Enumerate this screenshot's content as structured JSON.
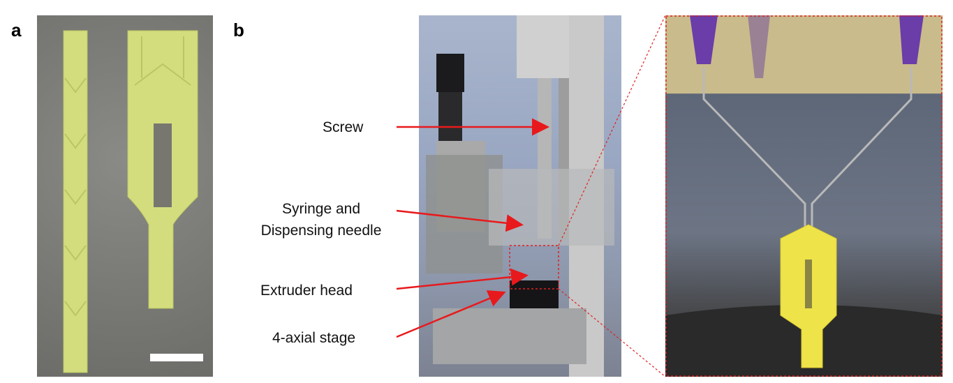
{
  "panels": {
    "a": {
      "letter": "a"
    },
    "b": {
      "letter": "b"
    }
  },
  "annotations": {
    "screw": "Screw",
    "syringe_line1": "Syringe and",
    "syringe_line2": "Dispensing needle",
    "extruder": "Extruder head",
    "stage": "4-axial stage"
  },
  "colors": {
    "arrow": "#e8191c",
    "zoom_box": "#e02020",
    "print": "#d6e07a"
  }
}
